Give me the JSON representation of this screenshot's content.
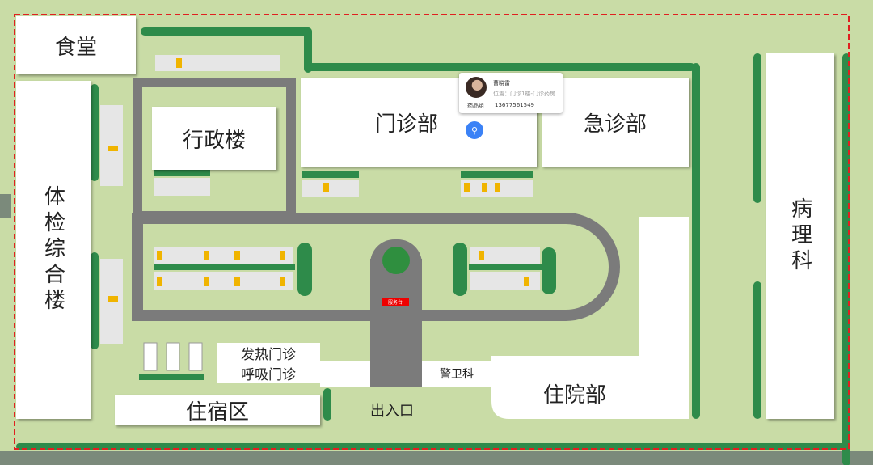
{
  "buildings": {
    "canteen": "食堂",
    "physical_exam": "体检综合楼",
    "admin": "行政楼",
    "outpatient": "门诊部",
    "emergency": "急诊部",
    "pathology": "病理科",
    "inpatient": "住院部",
    "fever_clinic": "发热门诊",
    "respiratory_clinic": "呼吸门诊",
    "dormitory": "住宿区",
    "security": "警卫科",
    "entrance": "出入口",
    "service_desk": "服务台"
  },
  "popup": {
    "name": "曹晓雷",
    "location": "位置：门诊1楼-门诊药房",
    "group": "药品组",
    "phone": "13677561549"
  },
  "colors": {
    "grass": "#c9dca6",
    "road": "#7b7b7b",
    "hedge": "#2e8b4a",
    "boundary": "#e02020",
    "pin": "#3b82f6"
  },
  "icons": {
    "pin": "location-pin-icon"
  }
}
